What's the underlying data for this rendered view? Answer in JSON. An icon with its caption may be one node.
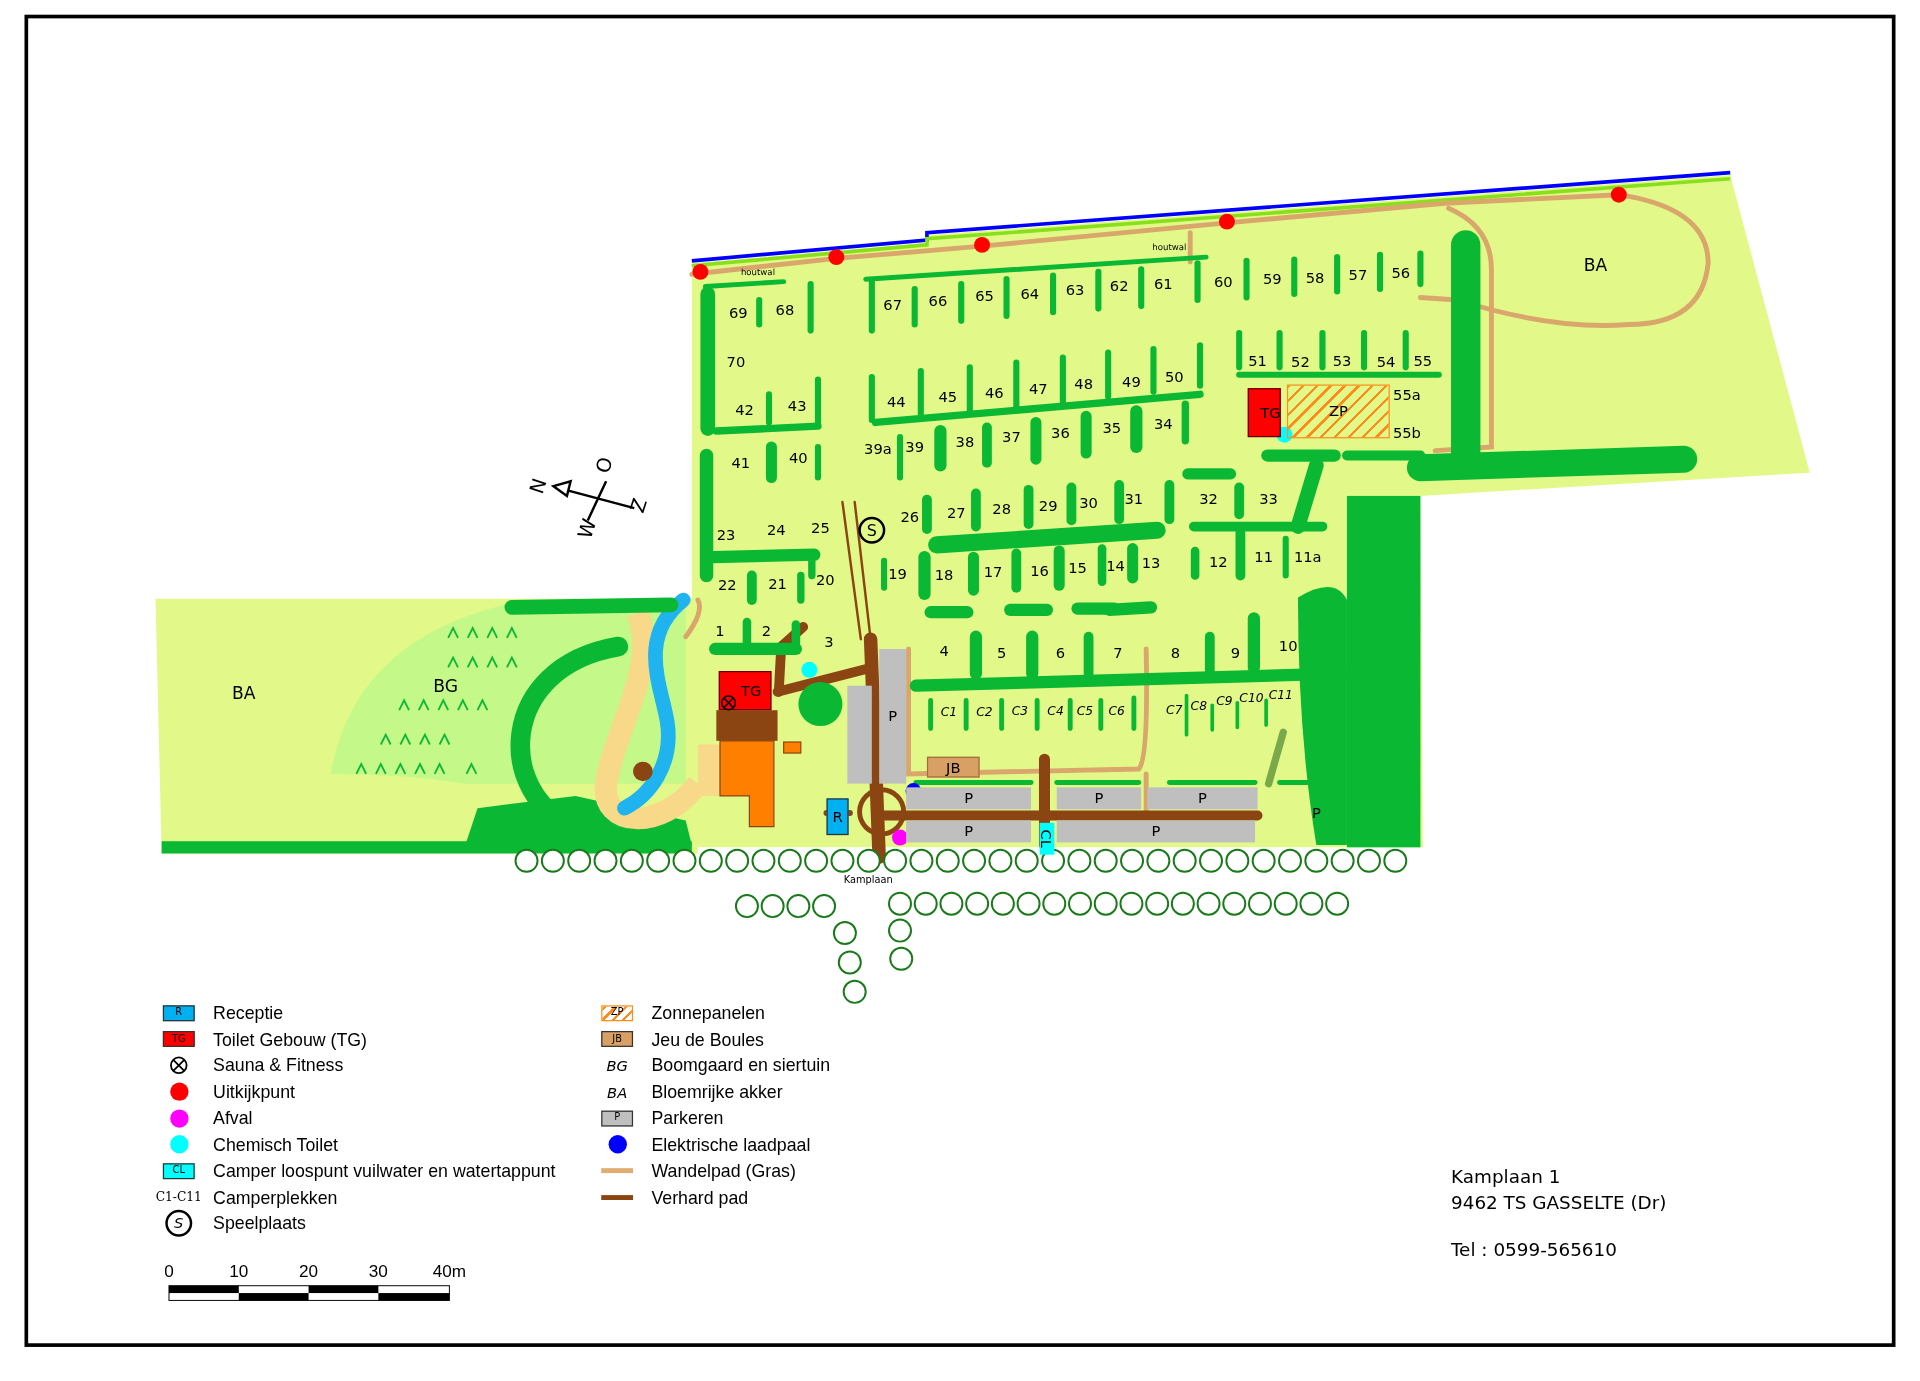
{
  "diagram": {
    "nodes": [
      {
        "text": [
          "TG"
        ]
      },
      {
        "text": [
          "ZP"
        ]
      },
      {
        "text": [
          "S"
        ]
      },
      {
        "text": [
          "TG"
        ]
      },
      {
        "text": [],
        "shape": "box"
      },
      {
        "text": [
          "P"
        ]
      },
      {
        "text": [
          "JB"
        ]
      },
      {
        "text": [
          "P"
        ]
      },
      {
        "text": [
          "P"
        ]
      },
      {
        "text": [
          "P"
        ]
      },
      {
        "text": [
          "R"
        ]
      },
      {
        "text": [
          "P"
        ]
      },
      {
        "text": [
          "CL"
        ]
      },
      {
        "text": [
          "P"
        ]
      }
    ],
    "labels": [
      "houtwal",
      "houtwal",
      "BA",
      "69",
      "68",
      "67",
      "66",
      "65",
      "64",
      "63",
      "62",
      "61",
      "60",
      "59",
      "58",
      "57",
      "56",
      "70",
      "51",
      "52",
      "53",
      "54",
      "55",
      "42",
      "43",
      "44",
      "45",
      "46",
      "47",
      "48",
      "49",
      "50",
      "55a",
      "39a",
      "39",
      "38",
      "37",
      "36",
      "35",
      "34",
      "55b",
      "41",
      "40",
      "32",
      "33",
      "23",
      "24",
      "25",
      "26",
      "27",
      "28",
      "29",
      "30",
      "31",
      "19",
      "18",
      "17",
      "16",
      "15",
      "14",
      "13",
      "12",
      "11",
      "11a",
      "22",
      "21",
      "20",
      "1",
      "2",
      "3",
      "4",
      "5",
      "6",
      "7",
      "8",
      "9",
      "10",
      "BA",
      "BG",
      "C1",
      "C2",
      "C3",
      "C4",
      "C5",
      "C6",
      "C7",
      "C8",
      "C9",
      "C10",
      "C11",
      "P",
      "Kamplaan",
      "O",
      "N",
      "Z",
      "W",
      "R",
      "TG",
      "CL",
      "C1-C11",
      "S",
      "ZP",
      "JB",
      "BG",
      "BA",
      "P",
      "0",
      "10",
      "20",
      "30",
      "40m",
      "Kamplaan 1",
      "9462 TS GASSELTE (Dr)",
      "Tel : 0599-565610"
    ],
    "legend": [
      {
        "text": "Receptie",
        "color": "#00b0f0"
      },
      {
        "text": "Toilet Gebouw (TG)",
        "color": "#ff0000"
      },
      {
        "text": "Sauna & Fitness"
      },
      {
        "text": "Uitkijkpunt",
        "color": "#ff0000"
      },
      {
        "text": "Afval",
        "color": "#ff00ff"
      },
      {
        "text": "Chemisch Toilet",
        "color": "#00ffff"
      },
      {
        "text": "Camper loospunt vuilwater en watertappunt",
        "color": "#00ffff"
      },
      {
        "text": "Camperplekken"
      },
      {
        "text": "Speelplaats"
      },
      {
        "text": "Zonnepanelen"
      },
      {
        "text": "Jeu de Boules",
        "color": "#d9a066"
      },
      {
        "text": "Boomgaard en siertuin"
      },
      {
        "text": "Bloemrijke akker"
      },
      {
        "text": "Parkeren",
        "color": "#bfbfbf"
      },
      {
        "text": "Elektrische laadpaal",
        "color": "#0000ff"
      },
      {
        "text": "Wandelpad (Gras)"
      },
      {
        "text": "Verhard pad"
      }
    ]
  }
}
